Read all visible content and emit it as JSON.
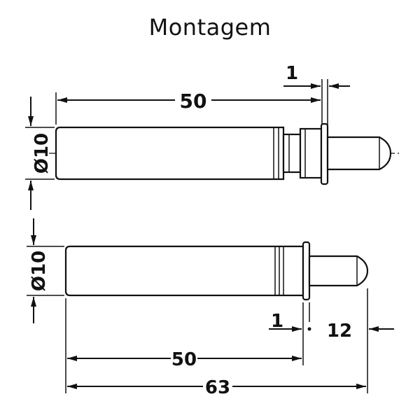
{
  "title": "Montagem",
  "top_view": {
    "length_label": "50",
    "diameter_label": "Ø10",
    "offset_label": "1"
  },
  "bottom_view": {
    "diameter_label": "Ø10",
    "flange_label": "1",
    "tip_label": "12",
    "length_label": "50",
    "total_label": "63"
  }
}
